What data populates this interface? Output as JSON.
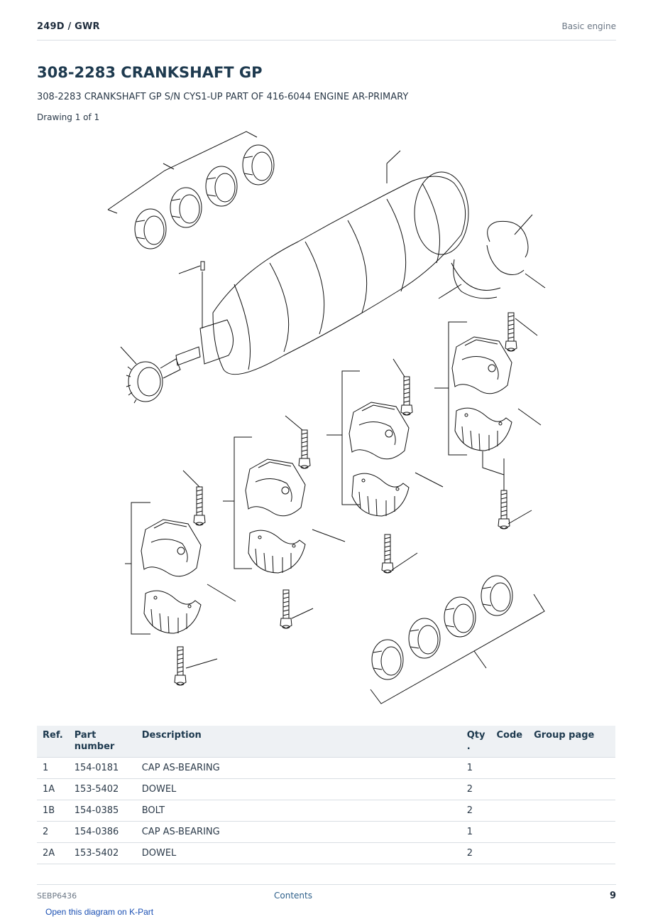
{
  "header": {
    "model": "249D  /  GWR",
    "section": "Basic engine"
  },
  "title": "308-2283 CRANKSHAFT GP",
  "subtitle": "308-2283 CRANKSHAFT GP S/N CYS1-UP PART OF 416-6044 ENGINE AR-PRIMARY",
  "drawing_label": "Drawing 1 of 1",
  "table": {
    "headers": {
      "ref": "Ref.",
      "part_number": "Part number",
      "description": "Description",
      "qty": "Qty\n.",
      "code": "Code",
      "group_page": "Group page"
    },
    "rows": [
      {
        "ref": "1",
        "part_number": "154-0181",
        "description": "CAP AS-BEARING",
        "qty": "1",
        "code": "",
        "group_page": ""
      },
      {
        "ref": "1A",
        "part_number": "153-5402",
        "description": "DOWEL",
        "qty": "2",
        "code": "",
        "group_page": ""
      },
      {
        "ref": "1B",
        "part_number": "154-0385",
        "description": "BOLT",
        "qty": "2",
        "code": "",
        "group_page": ""
      },
      {
        "ref": "2",
        "part_number": "154-0386",
        "description": "CAP AS-BEARING",
        "qty": "1",
        "code": "",
        "group_page": ""
      },
      {
        "ref": "2A",
        "part_number": "153-5402",
        "description": "DOWEL",
        "qty": "2",
        "code": "",
        "group_page": ""
      }
    ]
  },
  "footer": {
    "doc_id": "SEBP6436",
    "contents_link": "Contents",
    "page_number": "9"
  },
  "kpart_link": "Open this diagram on K-Part"
}
